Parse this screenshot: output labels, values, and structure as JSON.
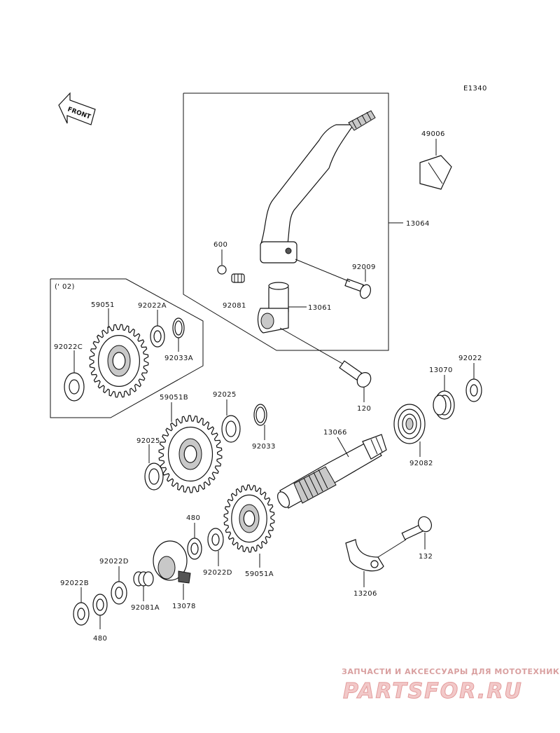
{
  "diagram": {
    "code": "E1340",
    "front_label": "FRONT",
    "variant_label": "(' 02)"
  },
  "labels": {
    "p49006": "49006",
    "p13064": "13064",
    "p600": "600",
    "p92009": "92009",
    "p92081": "92081",
    "p13061": "13061",
    "p120": "120",
    "p59051": "59051",
    "p92022A": "92022A",
    "p92022C": "92022C",
    "p92033A": "92033A",
    "p59051B": "59051B",
    "p92025a": "92025",
    "p92025b": "92025",
    "p92033": "92033",
    "p13066": "13066",
    "p13070": "13070",
    "p92022": "92022",
    "p92082": "92082",
    "p480a": "480",
    "p480b": "480",
    "p92022D_a": "92022D",
    "p92022D_b": "92022D",
    "p59051A": "59051A",
    "p132": "132",
    "p13206": "13206",
    "p92022B": "92022B",
    "p92081A": "92081A",
    "p13078": "13078"
  },
  "watermark": {
    "line1": "ЗАПЧАСТИ И АКСЕССУАРЫ ДЛЯ МОТОТЕХНИКИ",
    "line2": "PARTSFOR.RU"
  }
}
